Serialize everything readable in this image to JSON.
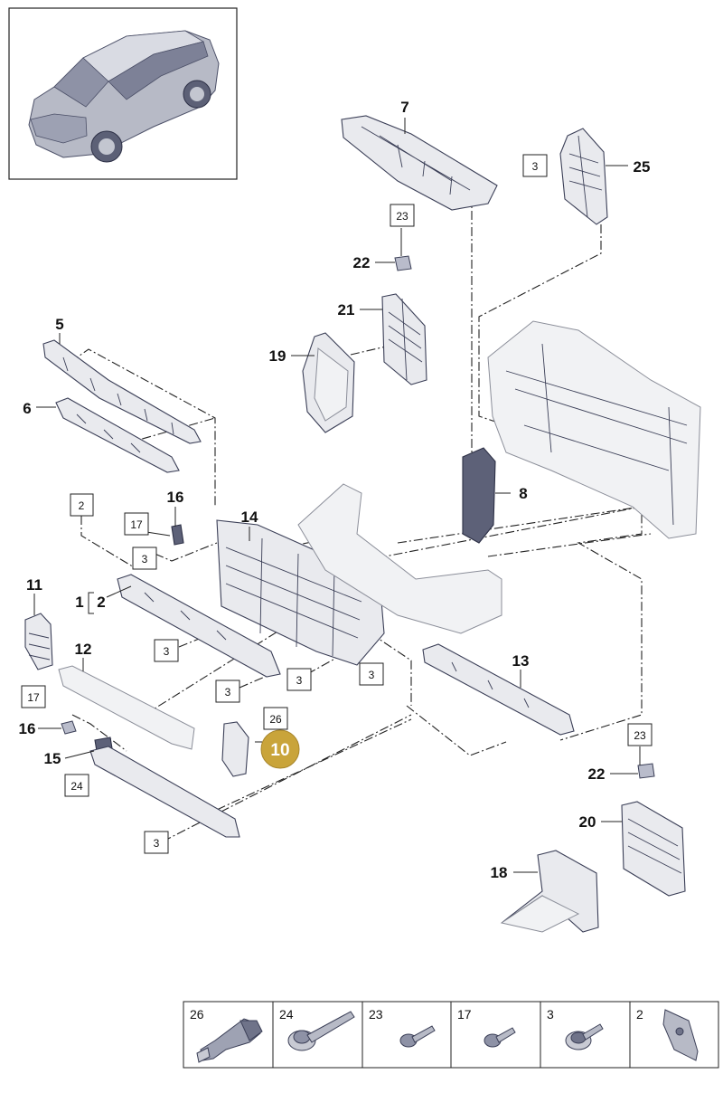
{
  "callouts": {
    "c1": "1",
    "c2a": "2",
    "c5": "5",
    "c6": "6",
    "c7": "7",
    "c8": "8",
    "c10": "10",
    "c11": "11",
    "c12": "12",
    "c13": "13",
    "c14": "14",
    "c15": "15",
    "c16a": "16",
    "c16b": "16",
    "c18": "18",
    "c19": "19",
    "c20": "20",
    "c21": "21",
    "c22a": "22",
    "c22b": "22",
    "c25": "25"
  },
  "boxed_callouts": {
    "b3_top": "3",
    "b23_top": "23",
    "b2": "2",
    "b17a": "17",
    "b3a": "3",
    "b3b": "3",
    "b3c": "3",
    "b3d": "3",
    "b3e": "3",
    "b26": "26",
    "b17b": "17",
    "b24": "24",
    "b3f": "3",
    "b23_bottom": "23"
  },
  "highlight": {
    "color": "#c9a43a"
  },
  "legend": {
    "items": [
      {
        "label": "26",
        "icon": "connector-icon"
      },
      {
        "label": "24",
        "icon": "flange-bolt-icon"
      },
      {
        "label": "23",
        "icon": "screw-icon"
      },
      {
        "label": "17",
        "icon": "screw-icon"
      },
      {
        "label": "3",
        "icon": "washer-bolt-icon"
      },
      {
        "label": "2",
        "icon": "clip-nut-icon"
      }
    ]
  }
}
